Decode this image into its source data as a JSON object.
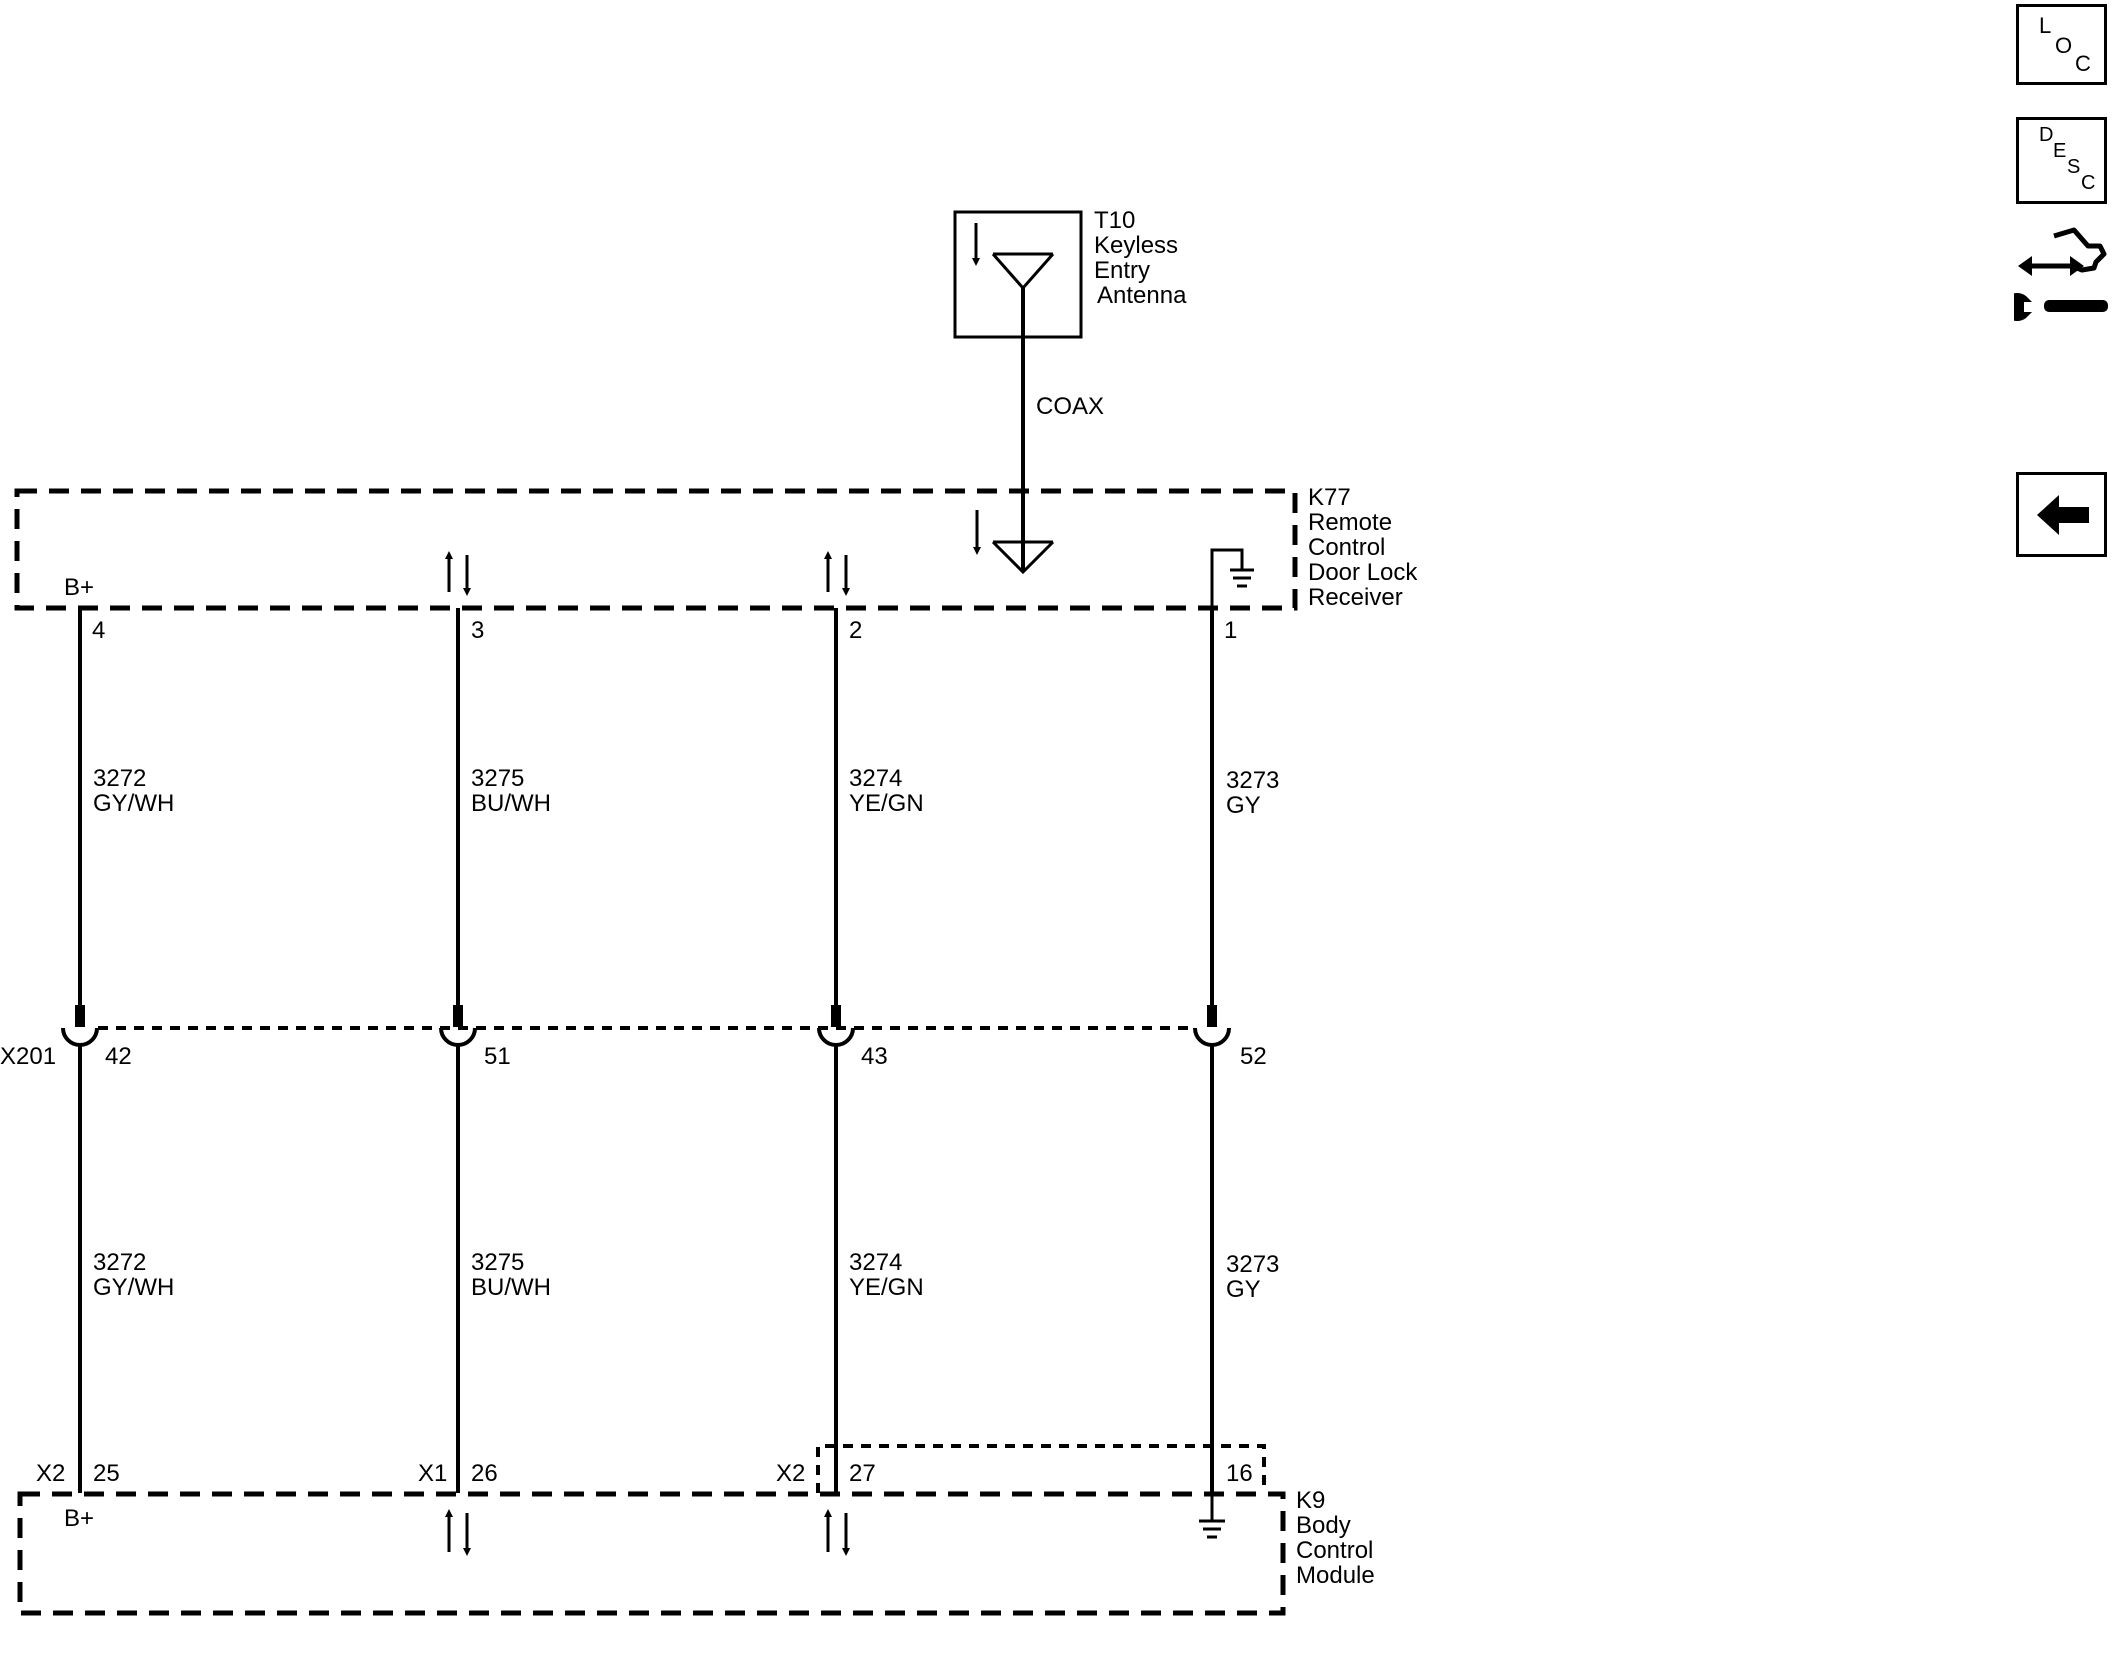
{
  "t10": {
    "ref": "T10",
    "line1": "Keyless",
    "line2": "Entry",
    "line3": "Antenna"
  },
  "coax": "COAX",
  "k77": {
    "ref": "K77",
    "line1": "Remote",
    "line2": "Control",
    "line3": "Door Lock",
    "line4": "Receiver",
    "bplus": "B+",
    "pins": [
      "4",
      "3",
      "2",
      "1"
    ]
  },
  "wires_upper": [
    {
      "circuit": "3272",
      "color": "GY/WH"
    },
    {
      "circuit": "3275",
      "color": "BU/WH"
    },
    {
      "circuit": "3274",
      "color": "YE/GN"
    },
    {
      "circuit": "3273",
      "color": "GY"
    }
  ],
  "x201": {
    "ref": "X201",
    "pins": [
      "42",
      "51",
      "43",
      "52"
    ]
  },
  "wires_lower": [
    {
      "circuit": "3272",
      "color": "GY/WH"
    },
    {
      "circuit": "3275",
      "color": "BU/WH"
    },
    {
      "circuit": "3274",
      "color": "YE/GN"
    },
    {
      "circuit": "3273",
      "color": "GY"
    }
  ],
  "k9": {
    "ref": "K9",
    "line1": "Body",
    "line2": "Control",
    "line3": "Module",
    "bplus": "B+",
    "connectors": [
      "X2",
      "X1",
      "X2"
    ],
    "pins": [
      "25",
      "26",
      "27",
      "16"
    ]
  },
  "nav": {
    "loc": {
      "l1": "L",
      "l2": "O",
      "l3": "C"
    },
    "desc": {
      "l1": "D",
      "l2": "E",
      "l3": "S",
      "l4": "C"
    },
    "connector_repair_icon": "connector-repair-icon",
    "back_icon": "back-arrow-icon"
  }
}
